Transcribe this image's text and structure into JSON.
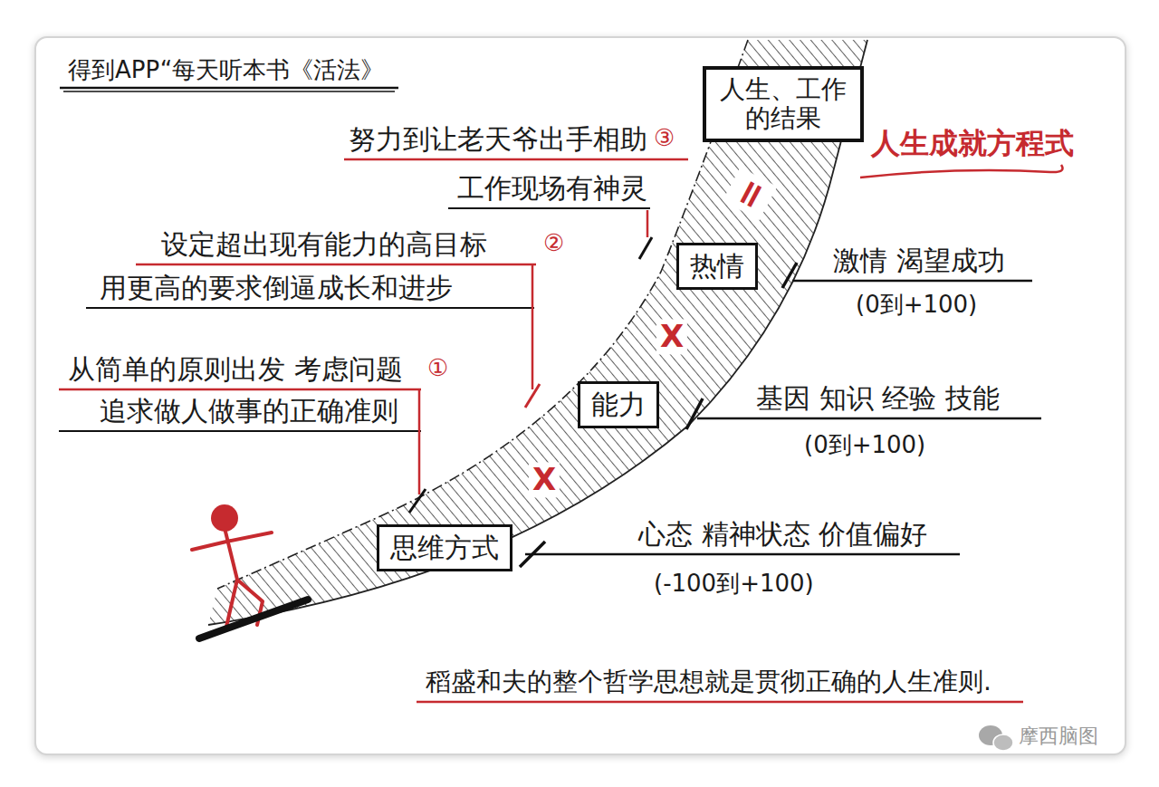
{
  "diagram": {
    "title": "得到APP“每天听本书《活法》",
    "caption": "稻盛和夫的整个哲学思想就是贯彻正确的人生准则.",
    "nodes": [
      {
        "text": [
          "人生、工作 的结果"
        ]
      },
      {
        "text": [
          "热情"
        ]
      },
      {
        "text": [
          "能力"
        ]
      },
      {
        "text": [
          "思维方式"
        ]
      }
    ],
    "labels": [
      "人生成就方程式",
      "努力到让老天爷出手相助",
      "③",
      "工作现场有神灵",
      "设定超出现有能力的高目标",
      "②",
      "用更高的要求倒逼成长和进步",
      "从简单的原则出发 考虑问题",
      "①",
      "追求做人做事的正确准则",
      "=",
      "激情 渴望成功",
      "(0到+100)",
      "X",
      "基因 知识 经验 技能",
      "(0到+100)",
      "X",
      "心态 精神状态 价值偏好",
      "(-100到+100)",
      "摩西脑图"
    ]
  }
}
